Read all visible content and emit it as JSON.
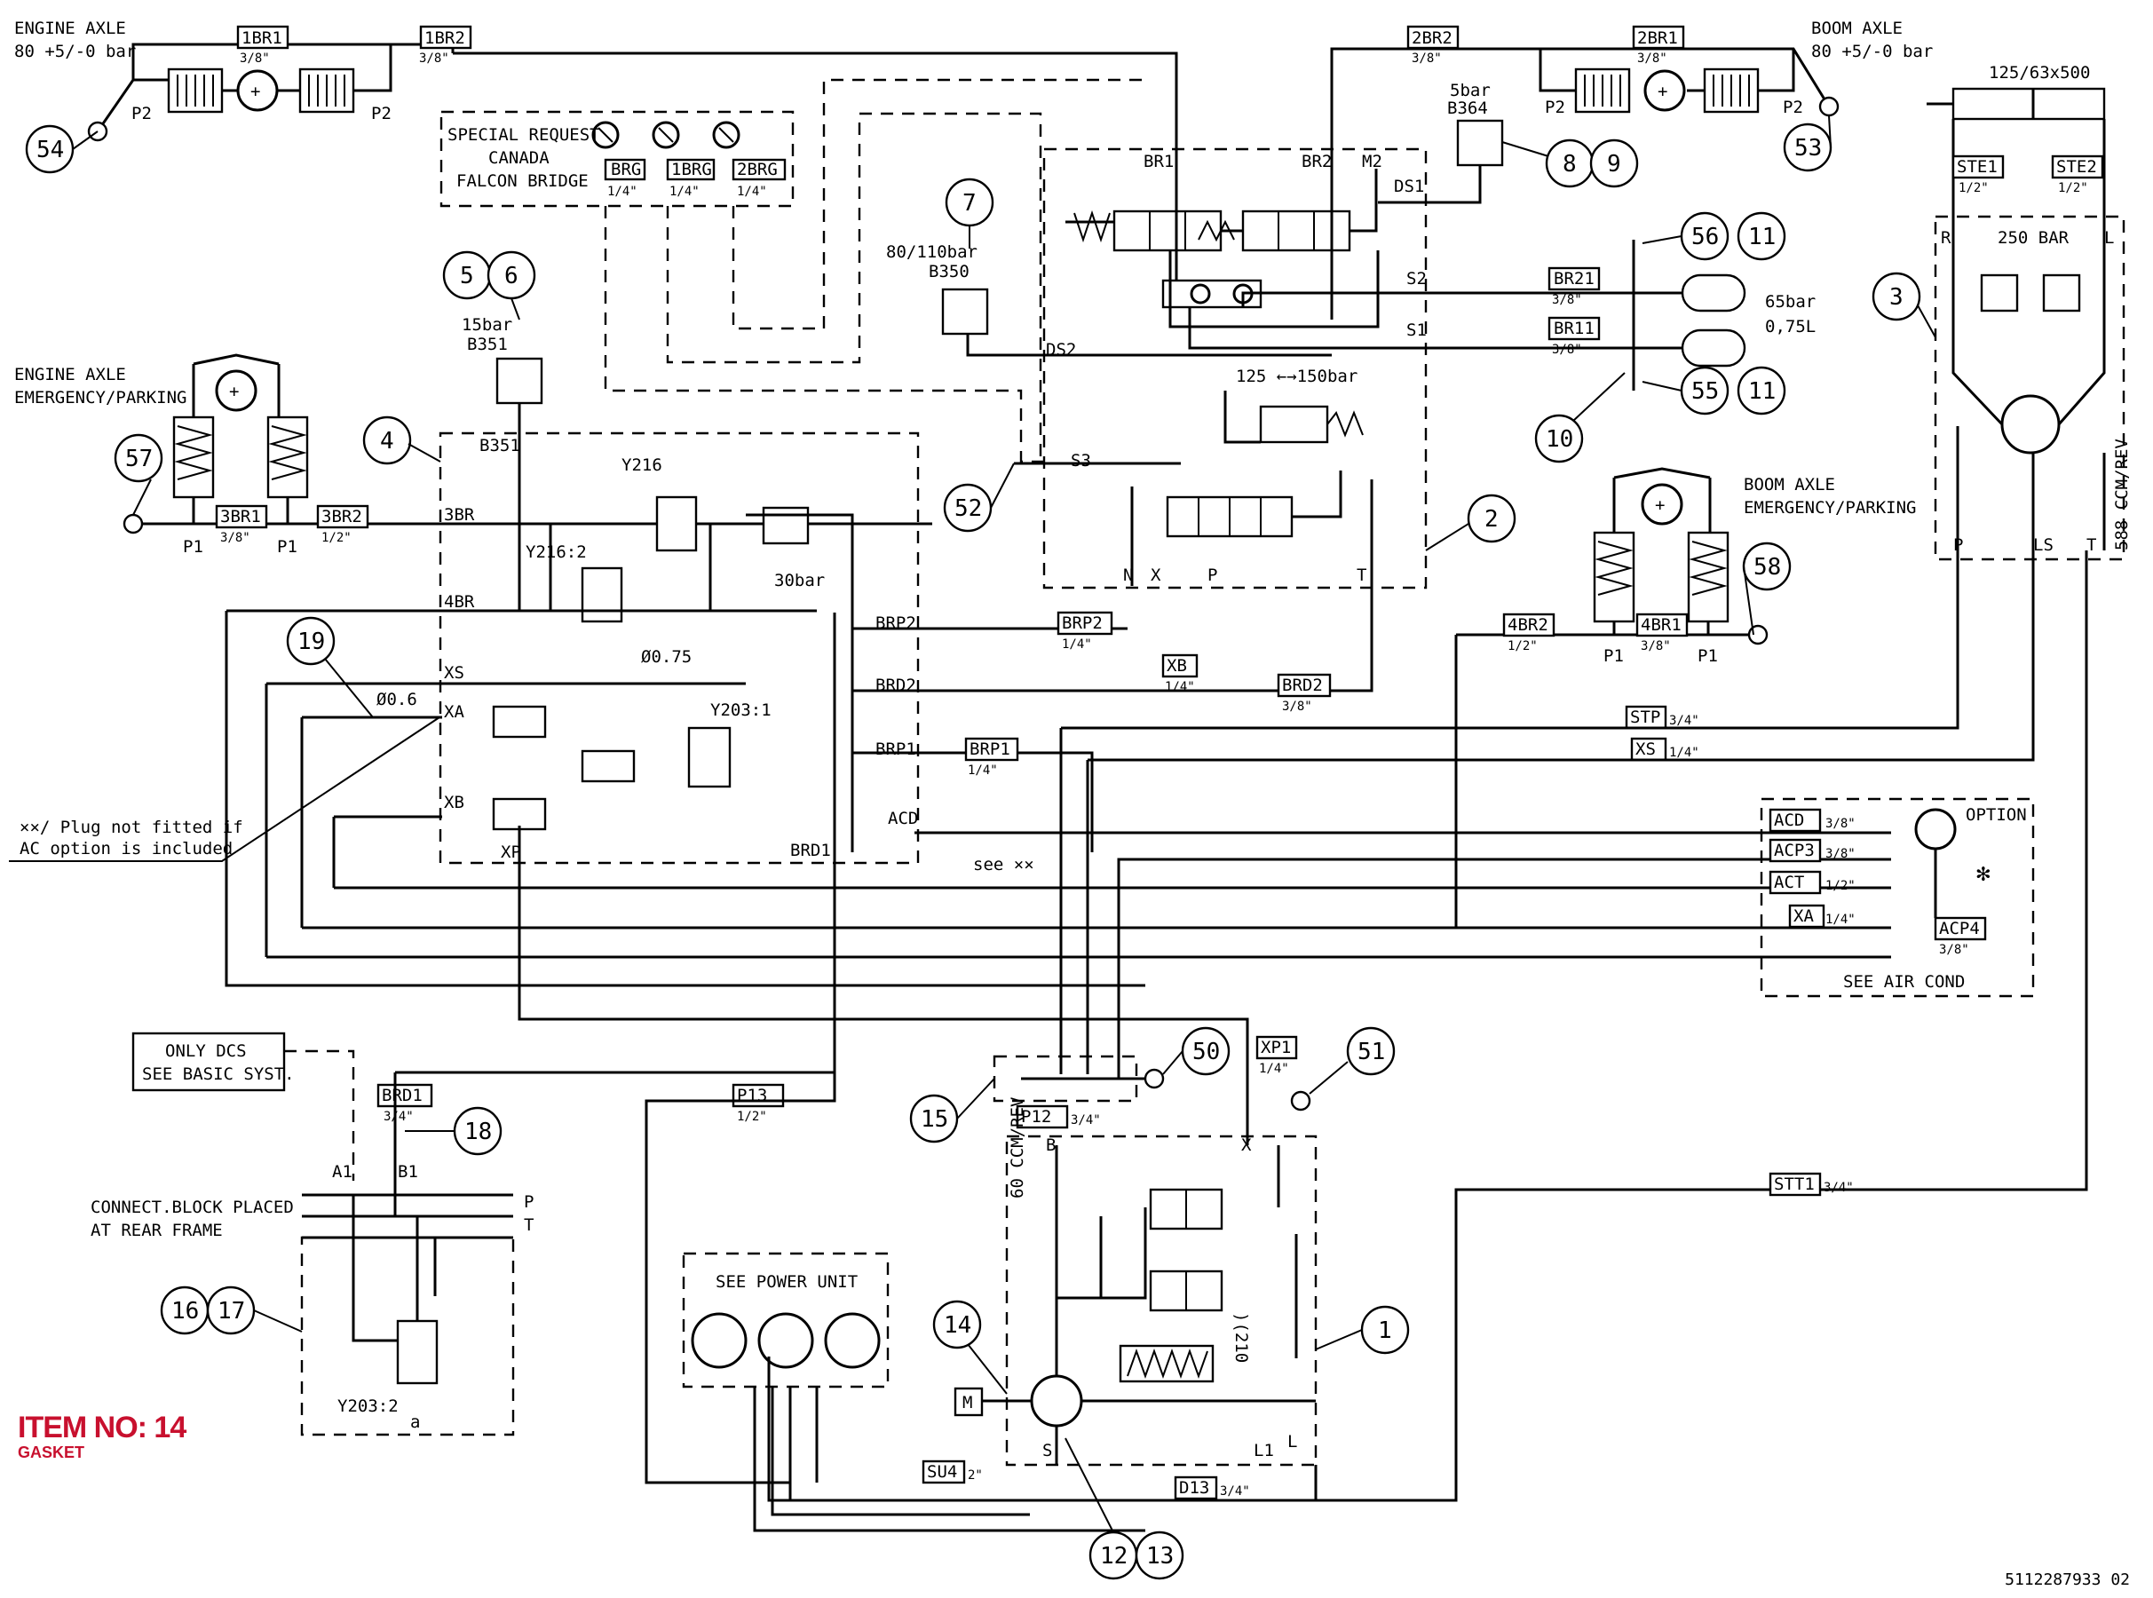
{
  "labels": {
    "engine_axle": "ENGINE AXLE",
    "engine_axle_pressure": "80 +5/-0 bar",
    "boom_axle": "BOOM AXLE",
    "boom_axle_pressure": "80 +5/-0 bar",
    "engine_axle_em": "ENGINE AXLE",
    "engine_axle_em2": "EMERGENCY/PARKING",
    "boom_axle_em": "BOOM AXLE",
    "boom_axle_em2": "EMERGENCY/PARKING",
    "special_1": "SPECIAL REQUEST",
    "special_2": "CANADA",
    "special_3": "FALCON BRIDGE",
    "cylinder": "125/63x500",
    "option": "OPTION",
    "see_air_cond": "SEE AIR COND",
    "see_power_unit": "SEE POWER UNIT",
    "only_dcs": "ONLY DCS",
    "see_basic": "SEE BASIC SYST.",
    "connect_1": "CONNECT.BLOCK PLACED",
    "connect_2": "AT REAR FRAME",
    "plug_1": "××/ Plug not fitted if",
    "plug_2": "AC option is included",
    "see_xx": "see ××",
    "p_250": "250 BAR",
    "p_125_150": "125 ←→150bar",
    "p_30": "30bar",
    "p_65": "65bar",
    "p_075": "0,75L",
    "p_80_110": "80/110bar",
    "p_15": "15bar",
    "p_5": "5bar",
    "b350": "B350",
    "b351": "B351",
    "b351b": "B351",
    "b364": "B364",
    "y216": "Y216",
    "y216_2": "Y216:2",
    "y203_1": "Y203:1",
    "y203_2": "Y203:2",
    "d06": "Ø0.6",
    "d075": "Ø0.75",
    "ccm588": "588 CCM/REV",
    "ccm60": "60 CCM/REV",
    "r210": ")(210",
    "ports": {
      "p2a": "P2",
      "p2b": "P2",
      "p2c": "P2",
      "p2d": "P2",
      "p1a": "P1",
      "p1b": "P1",
      "p1c": "P1",
      "p1d": "P1",
      "br1": "BR1",
      "br2": "BR2",
      "m2": "M2",
      "ds1": "DS1",
      "ds2": "DS2",
      "s1": "S1",
      "s2": "S2",
      "s3": "S3",
      "n": "N",
      "x": "X",
      "p": "P",
      "t": "T",
      "r": "R",
      "l": "L",
      "pp": "P",
      "ls": "LS",
      "tt": "T",
      "p3br": "3BR",
      "p4br": "4BR",
      "xs": "XS",
      "xa": "XA",
      "xb": "XB",
      "xp": "XP",
      "brp2": "BRP2",
      "brd2": "BRD2",
      "brp1": "BRP1",
      "brd1": "BRD1",
      "acd": "ACD",
      "a1": "A1",
      "b1": "B1",
      "pr": "P",
      "tr": "T",
      "a": "a",
      "pb": "B",
      "px": "X",
      "ps": "S",
      "pl1": "L1",
      "pl": "L",
      "m": "M"
    }
  },
  "hoses": [
    {
      "id": "1BR1",
      "size": "3/8\""
    },
    {
      "id": "1BR2",
      "size": "3/8\""
    },
    {
      "id": "2BR2",
      "size": "3/8\""
    },
    {
      "id": "2BR1",
      "size": "3/8\""
    },
    {
      "id": "BRG",
      "size": "1/4\""
    },
    {
      "id": "1BRG",
      "size": "1/4\""
    },
    {
      "id": "2BRG",
      "size": "1/4\""
    },
    {
      "id": "3BR1",
      "size": "3/8\""
    },
    {
      "id": "3BR2",
      "size": "1/2\""
    },
    {
      "id": "4BR2",
      "size": "1/2\""
    },
    {
      "id": "4BR1",
      "size": "3/8\""
    },
    {
      "id": "BR21",
      "size": "3/8\""
    },
    {
      "id": "BR11",
      "size": "3/8\""
    },
    {
      "id": "STE1",
      "size": "1/2\""
    },
    {
      "id": "STE2",
      "size": "1/2\""
    },
    {
      "id": "BRP2",
      "size": "1/4\""
    },
    {
      "id": "XB",
      "size": "1/4\""
    },
    {
      "id": "BRD2",
      "size": "3/8\""
    },
    {
      "id": "BRP1",
      "size": "1/4\""
    },
    {
      "id": "STP",
      "size": "3/4\""
    },
    {
      "id": "XS",
      "size": "1/4\""
    },
    {
      "id": "ACD",
      "size": "3/8\""
    },
    {
      "id": "ACP3",
      "size": "3/8\""
    },
    {
      "id": "ACT",
      "size": "1/2\""
    },
    {
      "id": "XA",
      "size": "1/4\""
    },
    {
      "id": "ACP4",
      "size": "3/8\""
    },
    {
      "id": "BRD1",
      "size": "3/4\""
    },
    {
      "id": "P13",
      "size": "1/2\""
    },
    {
      "id": "P12",
      "size": "3/4\""
    },
    {
      "id": "XP1",
      "size": "1/4\""
    },
    {
      "id": "STT1",
      "size": "3/4\""
    },
    {
      "id": "SU4",
      "size": "2\""
    },
    {
      "id": "D13",
      "size": "3/4\""
    }
  ],
  "callouts": [
    "54",
    "53",
    "8",
    "9",
    "7",
    "5",
    "6",
    "56",
    "11",
    "55",
    "11",
    "10",
    "3",
    "4",
    "57",
    "2",
    "52",
    "58",
    "19",
    "1",
    "14",
    "12",
    "13",
    "15",
    "50",
    "51",
    "18",
    "16",
    "17"
  ],
  "item_no": "ITEM NO: 14",
  "item_sub": "GASKET",
  "doc_number": "5112287933 02"
}
